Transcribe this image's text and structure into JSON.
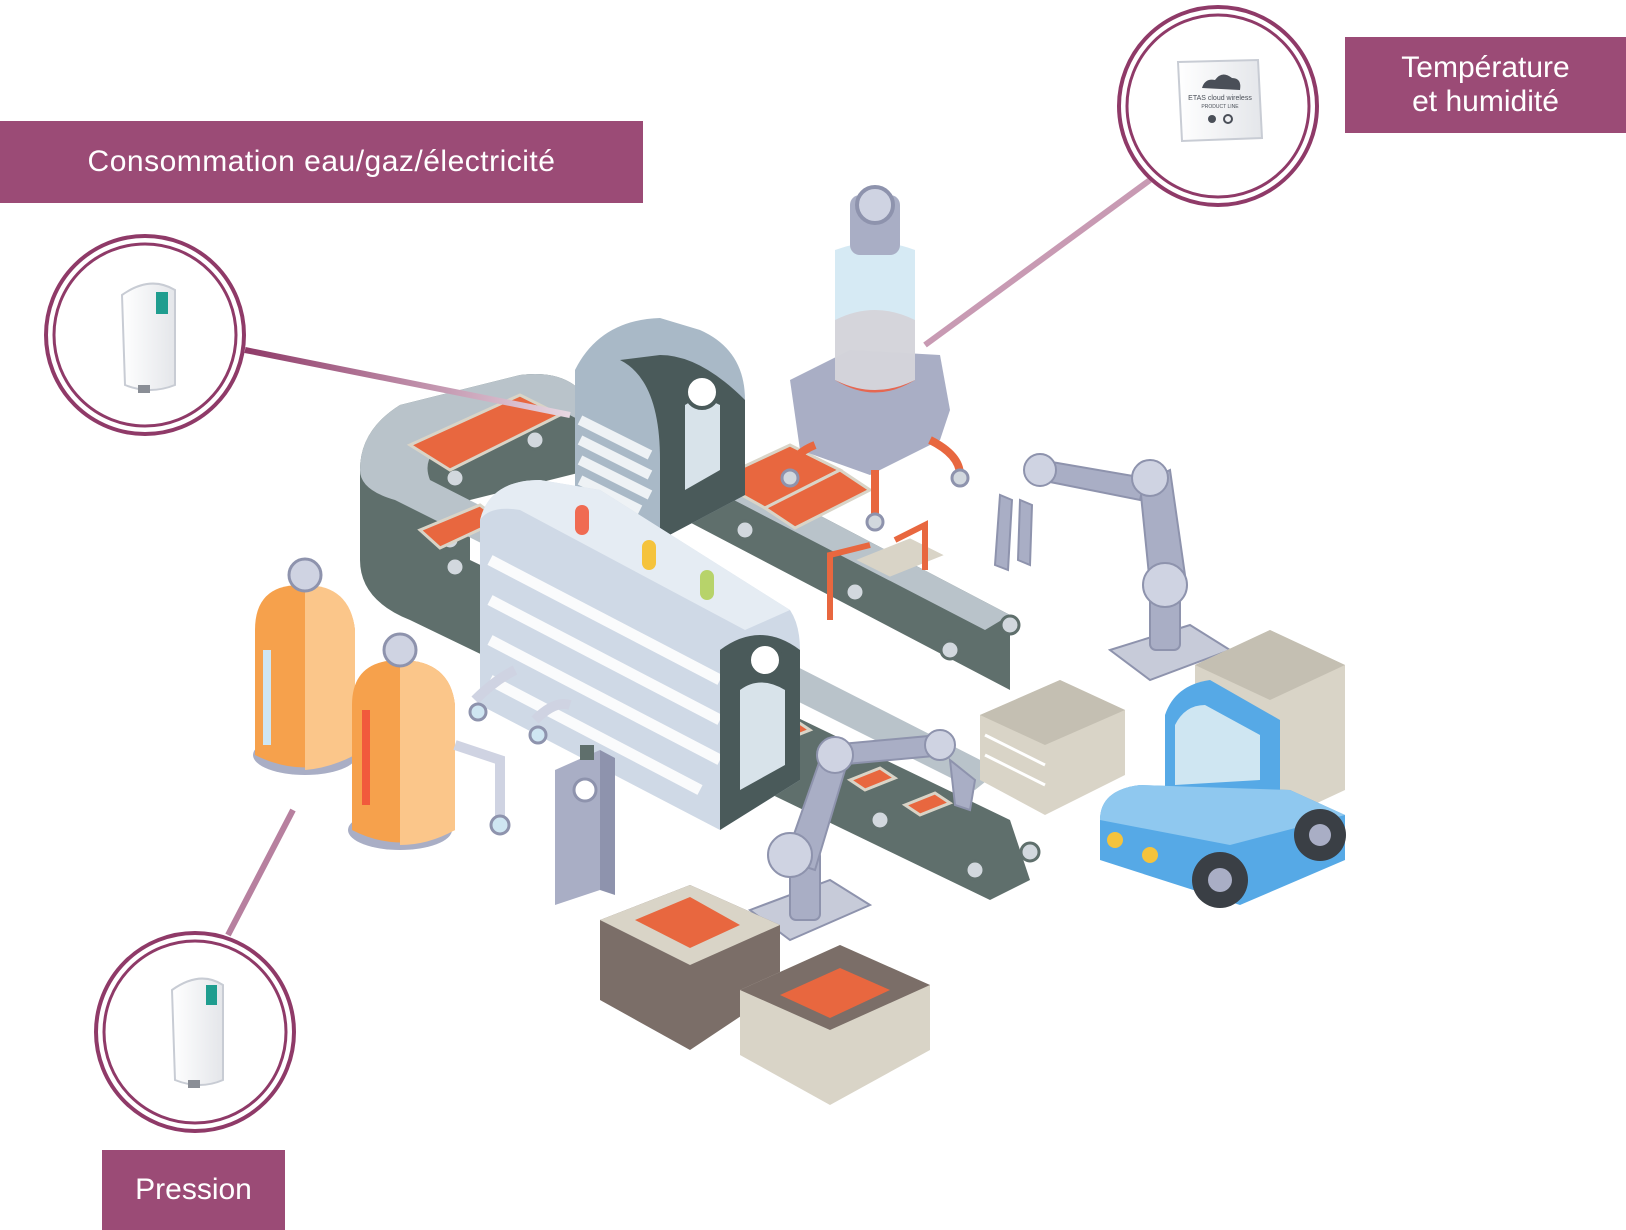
{
  "labels": {
    "consumption": "Consommation eau/gaz/électricité",
    "temperature_line1": "Température",
    "temperature_line2": "et humidité",
    "pressure": "Pression"
  },
  "colors": {
    "accent": "#9b4b76",
    "callout_line": "#8f3a68",
    "ring": "#8f3a68",
    "belt_dark": "#5f6f6c",
    "belt_top": "#b9c3ca",
    "brick": "#e8673f",
    "tank_orange": "#f6a14c",
    "tank_light": "#fbc68a",
    "truck_blue": "#56a9e6",
    "metal": "#a9aec5",
    "crate": "#7b6e68",
    "crate_light": "#d9d4c7",
    "drum": "#cfd9e6",
    "glass": "#cfe6f2",
    "liquid": "#f15a3c"
  },
  "sensor": {
    "brand_text": "ETAS cloud wireless",
    "sub_text": "PRODUCT LINE"
  },
  "icons": [
    "temperature-humidity-sensor-icon",
    "wireless-meter-icon",
    "wireless-pressure-sensor-icon",
    "cloud-icon",
    "thermometer-icon",
    "humidity-icon"
  ]
}
